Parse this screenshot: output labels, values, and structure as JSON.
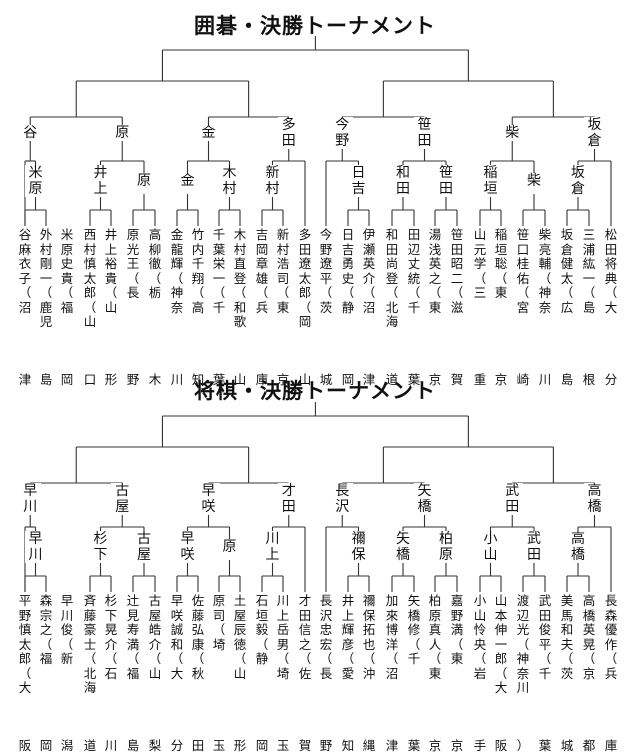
{
  "sections": [
    {
      "title": "囲碁・決勝トーナメント",
      "round2": [
        "谷",
        "原",
        "金",
        "多田",
        "今野",
        "笹田",
        "柴",
        "坂倉"
      ],
      "round1": [
        "米原",
        "井上",
        "原",
        "金",
        "木村",
        "新村",
        "日吉",
        "和田",
        "笹田",
        "稲垣",
        "柴",
        "坂倉"
      ],
      "players": [
        {
          "name": "谷",
          "origin": "麻衣子（沼",
          "pref": "津"
        },
        {
          "name": "外村",
          "origin": "剛一（鹿児",
          "pref": "島"
        },
        {
          "name": "米原",
          "origin": "史貴（福",
          "pref": "岡"
        },
        {
          "name": "西村慎太郎",
          "origin": "（山",
          "pref": "口"
        },
        {
          "name": "井上",
          "origin": "裕貴（山",
          "pref": "形"
        },
        {
          "name": "原",
          "origin": "光王（長",
          "pref": "野"
        },
        {
          "name": "高柳",
          "origin": "徹（栃",
          "pref": "木"
        },
        {
          "name": "金",
          "origin": "龍輝（神奈",
          "pref": "川"
        },
        {
          "name": "竹内",
          "origin": "千翔（高",
          "pref": "知"
        },
        {
          "name": "千葉",
          "origin": "栄一（千",
          "pref": "葉"
        },
        {
          "name": "木村",
          "origin": "直登（和歌",
          "pref": "山"
        },
        {
          "name": "吉岡",
          "origin": "章雄（兵",
          "pref": "庫"
        },
        {
          "name": "新村",
          "origin": "浩司（東",
          "pref": "京"
        },
        {
          "name": "多田遼太郎",
          "origin": "（岡",
          "pref": "山"
        },
        {
          "name": "今野",
          "origin": "遼平（茨",
          "pref": "城"
        },
        {
          "name": "日吉",
          "origin": "勇史（静",
          "pref": "岡"
        },
        {
          "name": "伊瀬",
          "origin": "英介（沼",
          "pref": "津"
        },
        {
          "name": "和田",
          "origin": "尚登（北海",
          "pref": "道"
        },
        {
          "name": "田辺",
          "origin": "丈統（千",
          "pref": "葉"
        },
        {
          "name": "湯浅",
          "origin": "英之（東",
          "pref": "京"
        },
        {
          "name": "笹田",
          "origin": "昭二（滋",
          "pref": "賀"
        },
        {
          "name": "山元",
          "origin": "学（三",
          "pref": "重"
        },
        {
          "name": "稲垣",
          "origin": "聡（東",
          "pref": "京"
        },
        {
          "name": "笹口",
          "origin": "桂佑（宮",
          "pref": "崎"
        },
        {
          "name": "柴",
          "origin": "亮輔（神奈",
          "pref": "川"
        },
        {
          "name": "坂倉",
          "origin": "健太（広",
          "pref": "島"
        },
        {
          "name": "三浦",
          "origin": "紘一（島",
          "pref": "根"
        },
        {
          "name": "松田",
          "origin": "将典（大",
          "pref": "分"
        }
      ]
    },
    {
      "title": "将棋・決勝トーナメント",
      "round2": [
        "早川",
        "古屋",
        "早咲",
        "才田",
        "長沢",
        "矢橋",
        "武田",
        "高橋"
      ],
      "round1": [
        "早川",
        "杉下",
        "古屋",
        "早咲",
        "原",
        "川上",
        "禰保",
        "矢橋",
        "柏原",
        "小山",
        "武田",
        "高橋"
      ],
      "players": [
        {
          "name": "平野慎太郎",
          "origin": "（大",
          "pref": "阪"
        },
        {
          "name": "森",
          "origin": "宗之（福",
          "pref": "岡"
        },
        {
          "name": "早川",
          "origin": "俊（新",
          "pref": "潟"
        },
        {
          "name": "斉藤",
          "origin": "豪士（北海",
          "pref": "道"
        },
        {
          "name": "杉下",
          "origin": "晃介（石",
          "pref": "川"
        },
        {
          "name": "辻見",
          "origin": "寿満（福",
          "pref": "島"
        },
        {
          "name": "古屋",
          "origin": "皓介（山",
          "pref": "梨"
        },
        {
          "name": "早咲",
          "origin": "誠和（大",
          "pref": "分"
        },
        {
          "name": "佐藤",
          "origin": "弘康（秋",
          "pref": "田"
        },
        {
          "name": "原",
          "origin": "司（埼",
          "pref": "玉"
        },
        {
          "name": "土屋",
          "origin": "辰徳（山",
          "pref": "形"
        },
        {
          "name": "石垣",
          "origin": "毅（静",
          "pref": "岡"
        },
        {
          "name": "川上",
          "origin": "岳男（埼",
          "pref": "玉"
        },
        {
          "name": "才田",
          "origin": "信之（佐",
          "pref": "賀"
        },
        {
          "name": "長沢",
          "origin": "忠宏（長",
          "pref": "野"
        },
        {
          "name": "井上",
          "origin": "輝彦（愛",
          "pref": "知"
        },
        {
          "name": "禰保",
          "origin": "拓也（沖",
          "pref": "縄"
        },
        {
          "name": "加來",
          "origin": "博洋（沼",
          "pref": "津"
        },
        {
          "name": "矢橋",
          "origin": "修（千",
          "pref": "葉"
        },
        {
          "name": "柏原",
          "origin": "真人（東",
          "pref": "京"
        },
        {
          "name": "嘉野",
          "origin": "満（東",
          "pref": "京"
        },
        {
          "name": "小山",
          "origin": "怜央（岩",
          "pref": "手"
        },
        {
          "name": "山本伸一郎",
          "origin": "（大",
          "pref": "阪"
        },
        {
          "name": "渡辺",
          "origin": "光（神奈川",
          "pref": "）"
        },
        {
          "name": "武田",
          "origin": "俊平（千",
          "pref": "葉"
        },
        {
          "name": "美馬",
          "origin": "和夫（茨",
          "pref": "城"
        },
        {
          "name": "高橋",
          "origin": "英晃（京",
          "pref": "都"
        },
        {
          "name": "長森",
          "origin": "優作（兵",
          "pref": "庫"
        }
      ]
    }
  ]
}
